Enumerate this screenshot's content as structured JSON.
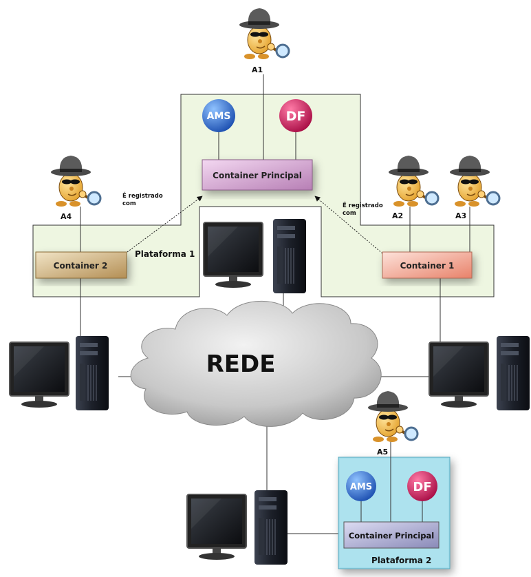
{
  "network": {
    "label": "REDE"
  },
  "platform1": {
    "label": "Plataforma 1",
    "ams": "AMS",
    "df": "DF",
    "main_container": "Container Principal",
    "container1": "Container 1",
    "container2": "Container 2",
    "registered_left": [
      "É registrado",
      "com"
    ],
    "registered_right": [
      "É registrado",
      "com"
    ]
  },
  "platform2": {
    "label": "Plataforma 2",
    "ams": "AMS",
    "df": "DF",
    "main_container": "Container Principal"
  },
  "agents": {
    "a1": "A1",
    "a2": "A2",
    "a3": "A3",
    "a4": "A4",
    "a5": "A5"
  },
  "colors": {
    "platform1_fill": "#eef6e1",
    "platform2_fill": "#9fdcea",
    "ams_fill": "#2a6fd3",
    "df_fill": "#d8155a",
    "main_container_fill": "#d9a8d8",
    "container1_fill": "#f2a08a",
    "container2_fill": "#d2b27e",
    "network_cloud": "#c9c9c9"
  },
  "icons": {
    "agent": "spy-agent-icon",
    "computer": "desktop-computer-icon",
    "network": "cloud-icon"
  }
}
